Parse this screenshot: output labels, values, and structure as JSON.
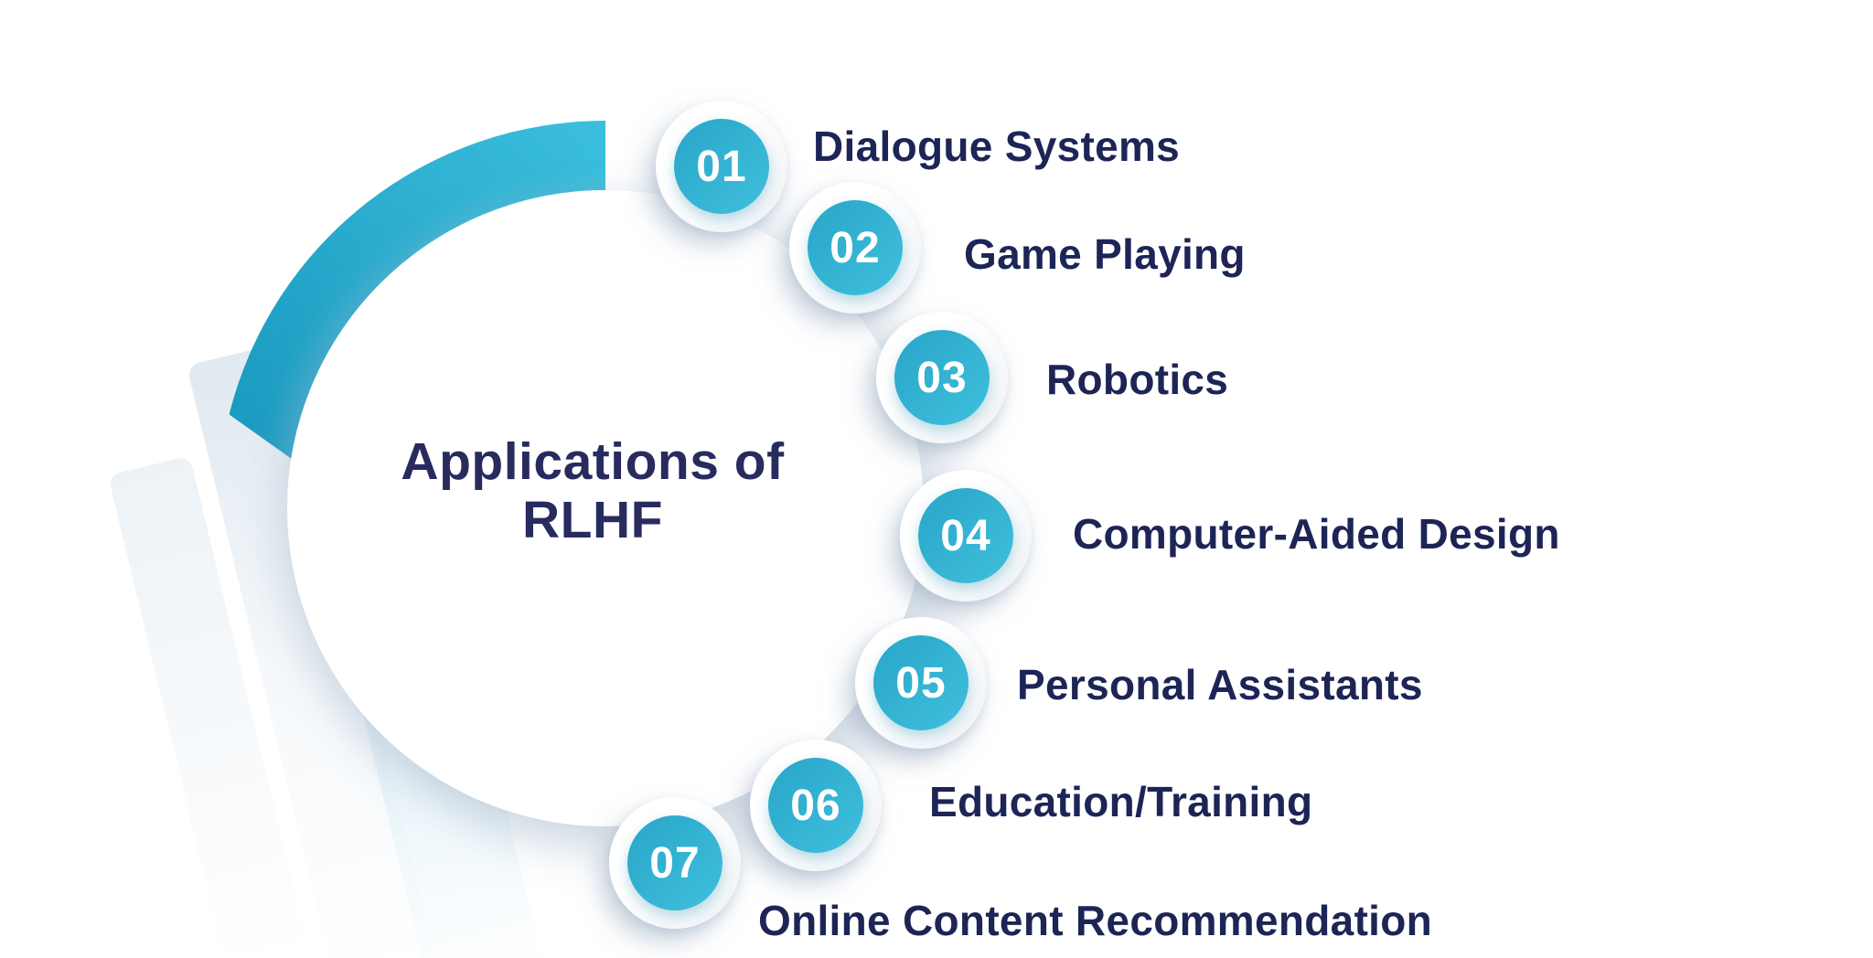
{
  "title": {
    "line1": "Applications of",
    "line2": "RLHF"
  },
  "items": [
    {
      "number": "01",
      "label": "Dialogue Systems"
    },
    {
      "number": "02",
      "label": "Game Playing"
    },
    {
      "number": "03",
      "label": "Robotics"
    },
    {
      "number": "04",
      "label": "Computer-Aided Design"
    },
    {
      "number": "05",
      "label": "Personal Assistants"
    },
    {
      "number": "06",
      "label": "Education/Training"
    },
    {
      "number": "07",
      "label": "Online Content Recommendation"
    }
  ],
  "colors": {
    "accent_cyan": "#2fb1d3",
    "arc_gradient_start": "#1899bf",
    "arc_gradient_end": "#3cc0de",
    "navy_text": "#1d2556",
    "title_navy": "#272b5e",
    "ribbon_tint": "#a7d6e9"
  }
}
